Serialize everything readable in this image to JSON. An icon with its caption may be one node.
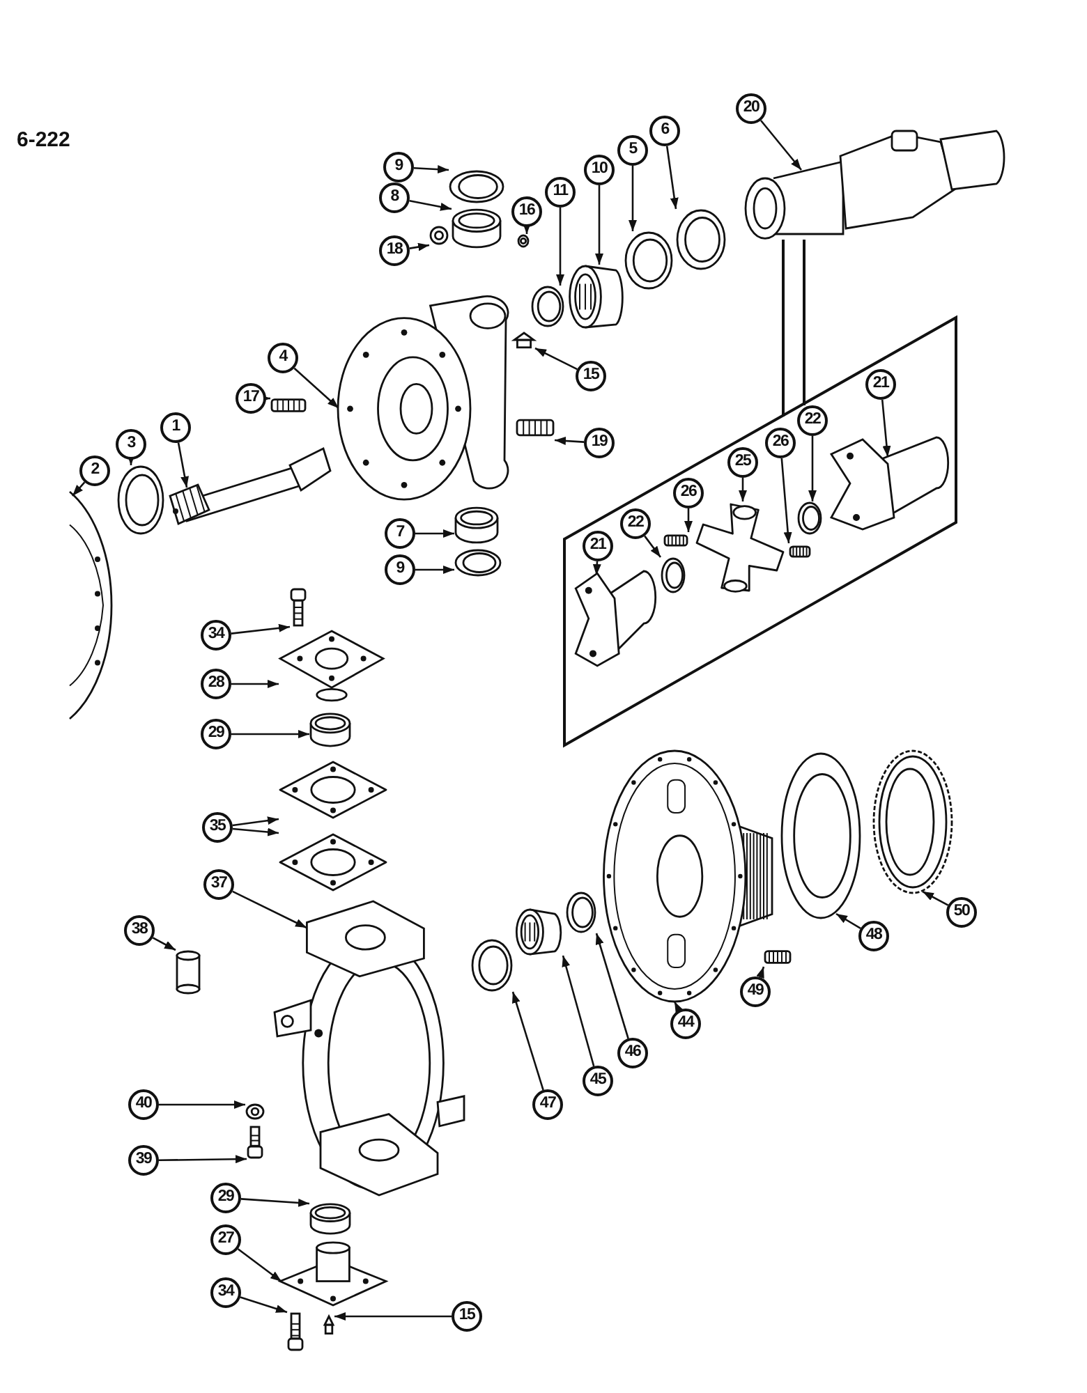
{
  "diagram": {
    "nodes": [
      {
        "text": [],
        "shape": "box"
      },
      {
        "text": [
          "20"
        ]
      },
      {
        "text": [
          "9"
        ]
      },
      {
        "text": [
          "8"
        ]
      },
      {
        "text": [
          "6"
        ]
      },
      {
        "text": [
          "5"
        ]
      },
      {
        "text": [
          "10"
        ]
      },
      {
        "text": [
          "11"
        ]
      },
      {
        "text": [
          "16"
        ]
      },
      {
        "text": [
          "18"
        ]
      },
      {
        "text": [
          "4"
        ]
      },
      {
        "text": [
          "15"
        ]
      },
      {
        "text": [
          "21"
        ],
        "in": 0
      },
      {
        "text": [
          "17"
        ]
      },
      {
        "text": [
          "1"
        ]
      },
      {
        "text": [
          "22"
        ],
        "in": 0
      },
      {
        "text": [
          "19"
        ]
      },
      {
        "text": [
          "3"
        ]
      },
      {
        "text": [
          "26"
        ],
        "in": 0
      },
      {
        "text": [
          "25"
        ],
        "in": 0
      },
      {
        "text": [
          "2"
        ]
      },
      {
        "text": [
          "26"
        ],
        "in": 0
      },
      {
        "text": [
          "7"
        ]
      },
      {
        "text": [
          "22"
        ],
        "in": 0
      },
      {
        "text": [
          "21"
        ],
        "in": 0
      },
      {
        "text": [
          "9"
        ]
      },
      {
        "text": [
          "34"
        ]
      },
      {
        "text": [
          "28"
        ]
      },
      {
        "text": [
          "29"
        ]
      },
      {
        "text": [
          "35"
        ]
      },
      {
        "text": [
          "37"
        ]
      },
      {
        "text": [
          "50"
        ]
      },
      {
        "text": [
          "48"
        ]
      },
      {
        "text": [
          "38"
        ]
      },
      {
        "text": [
          "49"
        ]
      },
      {
        "text": [
          "44"
        ]
      },
      {
        "text": [
          "46"
        ]
      },
      {
        "text": [
          "45"
        ]
      },
      {
        "text": [
          "47"
        ]
      },
      {
        "text": [
          "40"
        ]
      },
      {
        "text": [
          "39"
        ]
      },
      {
        "text": [
          "29"
        ]
      },
      {
        "text": [
          "27"
        ]
      },
      {
        "text": [
          "34"
        ]
      },
      {
        "text": [
          "15"
        ]
      },
      {
        "text": [],
        "shape": "picture"
      },
      {
        "text": [],
        "shape": "picture"
      },
      {
        "text": [],
        "shape": "cylinder"
      },
      {
        "text": [],
        "shape": "picture"
      },
      {
        "text": [],
        "shape": "picture"
      },
      {
        "text": [],
        "shape": "picture"
      },
      {
        "text": [],
        "shape": "picture"
      },
      {
        "text": [],
        "shape": "picture"
      },
      {
        "text": [],
        "shape": "picture"
      },
      {
        "text": [],
        "shape": "picture"
      },
      {
        "text": [],
        "shape": "picture"
      },
      {
        "text": [],
        "shape": "picture",
        "in": 0
      },
      {
        "text": [],
        "shape": "picture"
      },
      {
        "text": [],
        "shape": "picture"
      },
      {
        "text": [],
        "shape": "picture",
        "in": 0
      },
      {
        "text": [],
        "shape": "picture"
      },
      {
        "text": [],
        "shape": "picture"
      },
      {
        "text": [],
        "shape": "picture",
        "in": 0
      },
      {
        "text": [],
        "shape": "picture",
        "in": 0
      },
      {
        "text": [],
        "shape": "picture"
      },
      {
        "text": [],
        "shape": "picture",
        "in": 0
      },
      {
        "text": [],
        "shape": "cylinder"
      },
      {
        "text": [],
        "shape": "picture",
        "in": 0
      },
      {
        "text": [],
        "shape": "picture",
        "in": 0
      },
      {
        "text": [],
        "shape": "picture"
      },
      {
        "text": [],
        "shape": "picture"
      },
      {
        "text": [],
        "shape": "picture"
      },
      {
        "text": [],
        "shape": "cylinder"
      },
      {
        "text": [],
        "shape": "picture"
      },
      {
        "text": [],
        "shape": "picture"
      },
      {
        "text": [],
        "shape": "picture"
      },
      {
        "text": [],
        "shape": "picture"
      },
      {
        "text": [],
        "shape": "picture"
      },
      {
        "text": [],
        "shape": "cylinder"
      },
      {
        "text": [],
        "shape": "picture"
      },
      {
        "text": [],
        "shape": "picture"
      },
      {
        "text": [],
        "shape": "picture"
      },
      {
        "text": [],
        "shape": "picture"
      },
      {
        "text": [],
        "shape": "picture"
      },
      {
        "text": [],
        "shape": "picture"
      },
      {
        "text": [],
        "shape": "picture"
      },
      {
        "text": [],
        "shape": "cylinder"
      },
      {
        "text": [],
        "shape": "picture"
      },
      {
        "text": [],
        "shape": "picture"
      },
      {
        "text": [],
        "shape": "picture"
      }
    ],
    "edges": [
      {
        "from": 1,
        "to": 45,
        "arrow": "to"
      },
      {
        "from": 2,
        "to": 46,
        "arrow": "to"
      },
      {
        "from": 3,
        "to": 47,
        "arrow": "to"
      },
      {
        "from": 4,
        "to": 48,
        "arrow": "to"
      },
      {
        "from": 5,
        "to": 49,
        "arrow": "to"
      },
      {
        "from": 6,
        "to": 50,
        "arrow": "to"
      },
      {
        "from": 7,
        "to": 51,
        "arrow": "to"
      },
      {
        "from": 8,
        "to": 52,
        "arrow": "to"
      },
      {
        "from": 9,
        "to": 53,
        "arrow": "to"
      },
      {
        "from": 10,
        "to": 54,
        "arrow": "to"
      },
      {
        "from": 11,
        "to": 55,
        "arrow": "to"
      },
      {
        "from": 12,
        "to": 56,
        "arrow": "to"
      },
      {
        "from": 13,
        "to": 57,
        "arrow": "to"
      },
      {
        "from": 14,
        "to": 58,
        "arrow": "to"
      },
      {
        "from": 15,
        "to": 59,
        "arrow": "to"
      },
      {
        "from": 16,
        "to": 60,
        "arrow": "to"
      },
      {
        "from": 17,
        "to": 61,
        "arrow": "to"
      },
      {
        "from": 18,
        "to": 62,
        "arrow": "to"
      },
      {
        "from": 19,
        "to": 63,
        "arrow": "to"
      },
      {
        "from": 20,
        "to": 64,
        "arrow": "to"
      },
      {
        "from": 21,
        "to": 65,
        "arrow": "to"
      },
      {
        "from": 22,
        "to": 66,
        "arrow": "to"
      },
      {
        "from": 23,
        "to": 67,
        "arrow": "to"
      },
      {
        "from": 24,
        "to": 68,
        "arrow": "to"
      },
      {
        "from": 25,
        "to": 69,
        "arrow": "to"
      },
      {
        "from": 26,
        "to": 70,
        "arrow": "to"
      },
      {
        "from": 27,
        "to": 71,
        "arrow": "to"
      },
      {
        "from": 28,
        "to": 72,
        "arrow": "to"
      },
      {
        "from": 29,
        "to": 73,
        "arrow": "to"
      },
      {
        "from": 29,
        "to": 74,
        "arrow": "to"
      },
      {
        "from": 30,
        "to": 75,
        "arrow": "to"
      },
      {
        "from": 31,
        "to": 76,
        "arrow": "to"
      },
      {
        "from": 32,
        "to": 77,
        "arrow": "to"
      },
      {
        "from": 33,
        "to": 78,
        "arrow": "to"
      },
      {
        "from": 34,
        "to": 79,
        "arrow": "to"
      },
      {
        "from": 35,
        "to": 80,
        "arrow": "to"
      },
      {
        "from": 36,
        "to": 81,
        "arrow": "to"
      },
      {
        "from": 37,
        "to": 82,
        "arrow": "to"
      },
      {
        "from": 38,
        "to": 83,
        "arrow": "to"
      },
      {
        "from": 39,
        "to": 84,
        "arrow": "to"
      },
      {
        "from": 40,
        "to": 85,
        "arrow": "to"
      },
      {
        "from": 41,
        "to": 86,
        "arrow": "to"
      },
      {
        "from": 42,
        "to": 87,
        "arrow": "to"
      },
      {
        "from": 43,
        "to": 88,
        "arrow": "to"
      },
      {
        "from": 44,
        "to": 89,
        "arrow": "to"
      },
      {
        "from": 45,
        "to": 0,
        "arrow": "none"
      },
      {
        "from": 45,
        "to": 0,
        "arrow": "none"
      }
    ],
    "labels": [
      "6-222"
    ]
  }
}
